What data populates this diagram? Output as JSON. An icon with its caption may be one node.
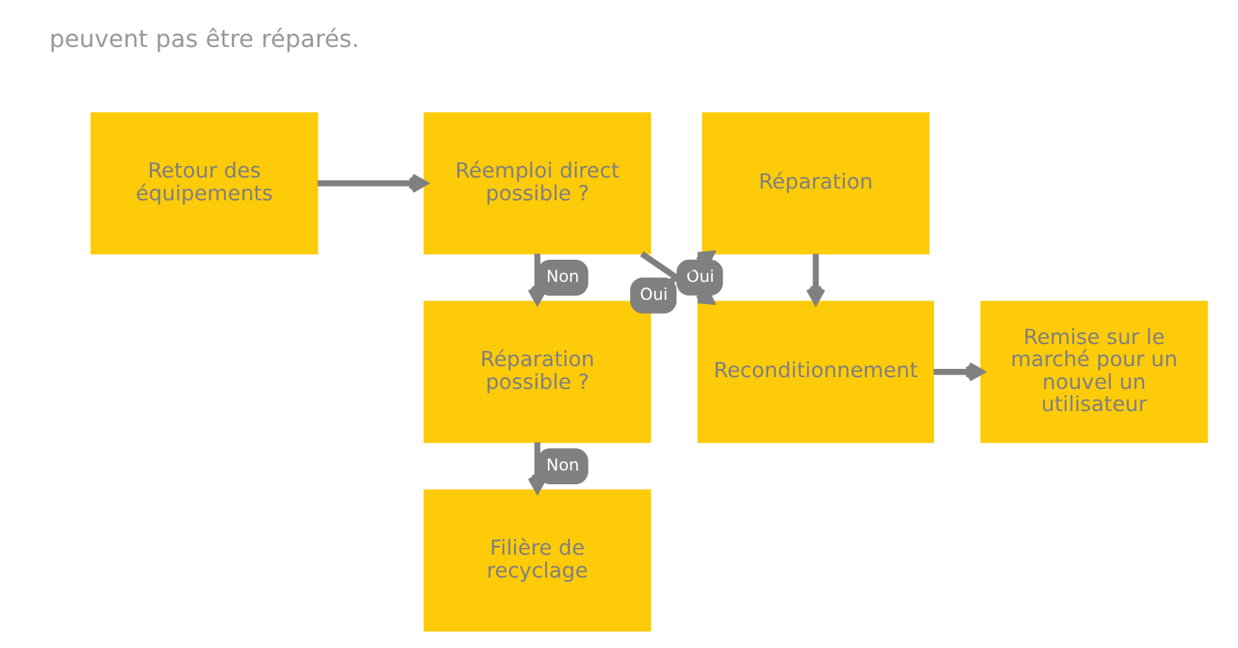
{
  "diagram": {
    "nodes": [
      {
        "text": [
          "Retour des équipements"
        ]
      },
      {
        "text": [
          "Réemploi direct possible ?"
        ]
      },
      {
        "text": [
          "Reconditionnement"
        ]
      },
      {
        "text": [
          "Remise sur le marché pour un nouvel un utilisateur"
        ]
      },
      {
        "text": [
          "Réparation possible ?"
        ]
      },
      {
        "text": [
          "Réparation"
        ]
      },
      {
        "text": [
          "Filière de recyclage"
        ]
      }
    ],
    "edges": [
      {
        "from": 0,
        "to": 1,
        "arrow": "to"
      },
      {
        "from": 1,
        "to": 2,
        "arrow": "to",
        "label": "Oui"
      },
      {
        "from": 2,
        "to": 3,
        "arrow": "to"
      },
      {
        "from": 1,
        "to": 4,
        "arrow": "to",
        "label": "Non"
      },
      {
        "from": 4,
        "to": 5,
        "arrow": "to",
        "label": "Oui"
      },
      {
        "from": 5,
        "to": 2,
        "arrow": "to"
      },
      {
        "from": 4,
        "to": 6,
        "arrow": "to",
        "label": "Non"
      }
    ],
    "labels": [
      "peuvent pas être réparés."
    ]
  }
}
